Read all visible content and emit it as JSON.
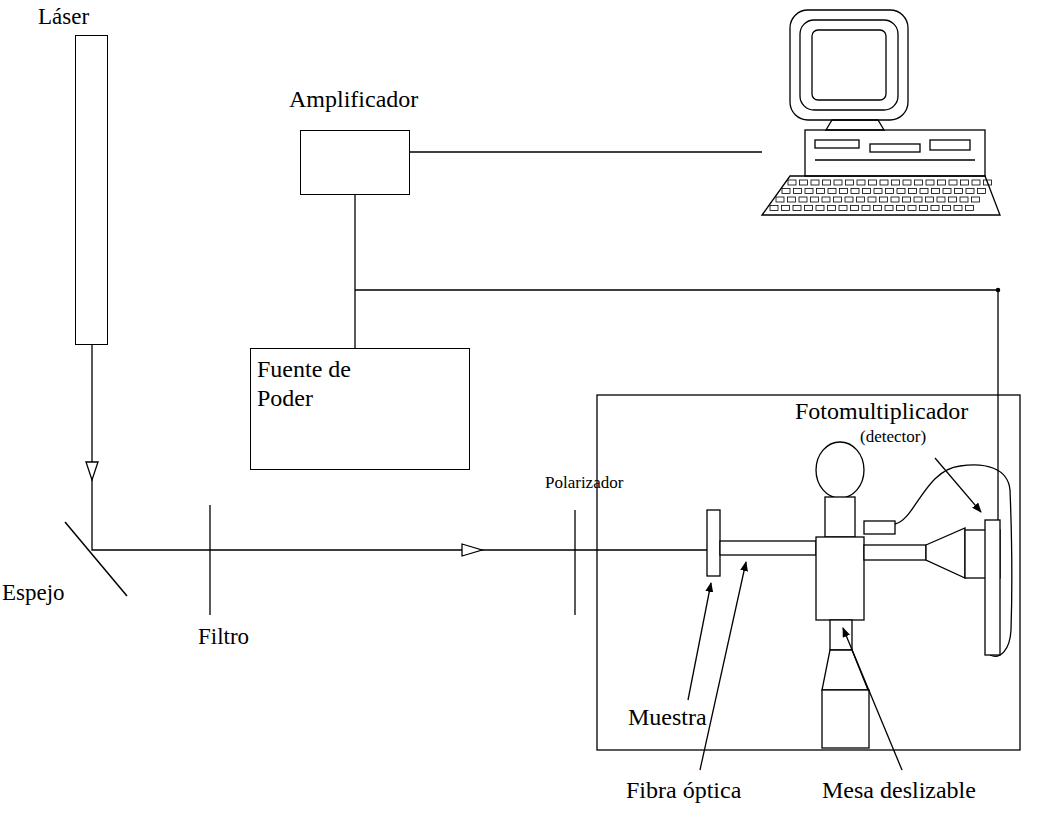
{
  "diagram": {
    "nodes": [
      {
        "text": [
          "Láser"
        ]
      },
      {
        "text": [
          "Amplificador"
        ]
      },
      {
        "text": [
          "Fuente de Poder"
        ]
      }
    ],
    "edges": [
      {
        "from": 1,
        "to": 2,
        "arrow": "none"
      }
    ],
    "labels": [
      "Fotomultiplicador",
      "(detector)",
      "Espejo",
      "Filtro",
      "Polarizador",
      "Muestra",
      "Fibra óptica",
      "Mesa deslizable"
    ]
  }
}
